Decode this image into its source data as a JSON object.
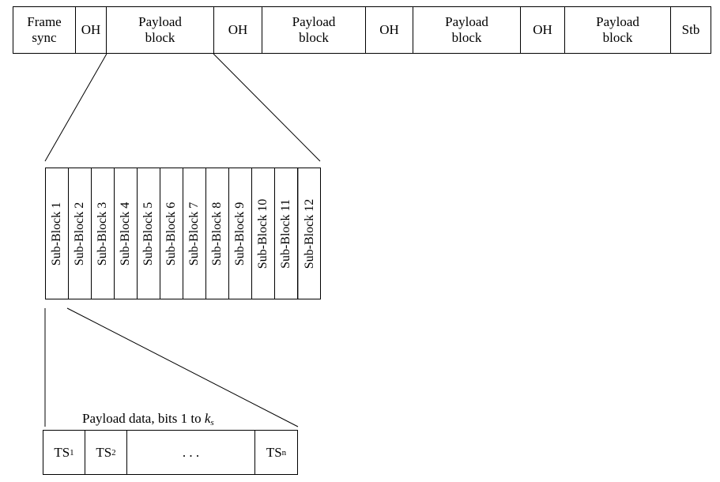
{
  "frame": {
    "cells": [
      {
        "label": "Frame\nsync"
      },
      {
        "label": "OH"
      },
      {
        "label": "Payload\nblock"
      },
      {
        "label": "OH"
      },
      {
        "label": "Payload\nblock"
      },
      {
        "label": "OH"
      },
      {
        "label": "Payload\nblock"
      },
      {
        "label": "OH"
      },
      {
        "label": "Payload\nblock"
      },
      {
        "label": "Stb"
      }
    ]
  },
  "subblocks": [
    "Sub-Block 1",
    "Sub-Block 2",
    "Sub-Block 3",
    "Sub-Block 4",
    "Sub-Block 5",
    "Sub-Block 6",
    "Sub-Block 7",
    "Sub-Block 8",
    "Sub-Block 9",
    "Sub-Block 10",
    "Sub-Block 11",
    "Sub-Block 12"
  ],
  "caption": {
    "text": "Payload data, bits 1 to ",
    "var": "k",
    "var_sub": "s"
  },
  "ts": {
    "ts1": "TS",
    "ts1_sub": "1",
    "ts2": "TS",
    "ts2_sub": "2",
    "dots": ". . .",
    "tsn": "TS",
    "tsn_sub": "n"
  }
}
